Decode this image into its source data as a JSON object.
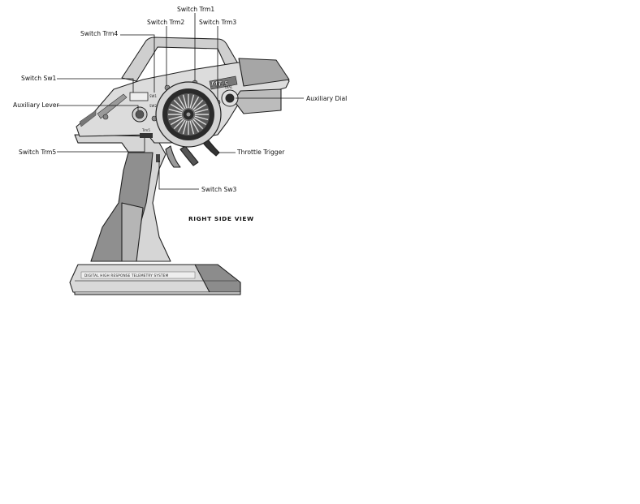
{
  "labels": {
    "switch_trm1": "Switch Trm1",
    "switch_trm2": "Switch Trm2",
    "switch_trm3": "Switch Trm3",
    "switch_trm4": "Switch Trm4",
    "switch_sw1": "Switch Sw1",
    "auxiliary_lever": "Auxiliary Lever",
    "auxiliary_dial": "Auxiliary Dial",
    "switch_trm5": "Switch Trm5",
    "throttle_trigger": "Throttle Trigger",
    "switch_sw3": "Switch Sw3"
  },
  "view_title": "RIGHT SIDE VIEW",
  "base_text": "DIGITAL HIGH RESPONSE TELEMETRY SYSTEM",
  "device_marks": {
    "logo": "MT-5",
    "trm5_mark": "Trm5",
    "sw1_mark": "SW1",
    "sw2_mark": "SW2",
    "dial_mark": "DIAL"
  },
  "colors": {
    "outline": "#222222",
    "body_light": "#d8d8d8",
    "body_mid": "#a9a9a9",
    "body_dark": "#7a7a7a",
    "wheel_dark": "#2b2b2b"
  }
}
